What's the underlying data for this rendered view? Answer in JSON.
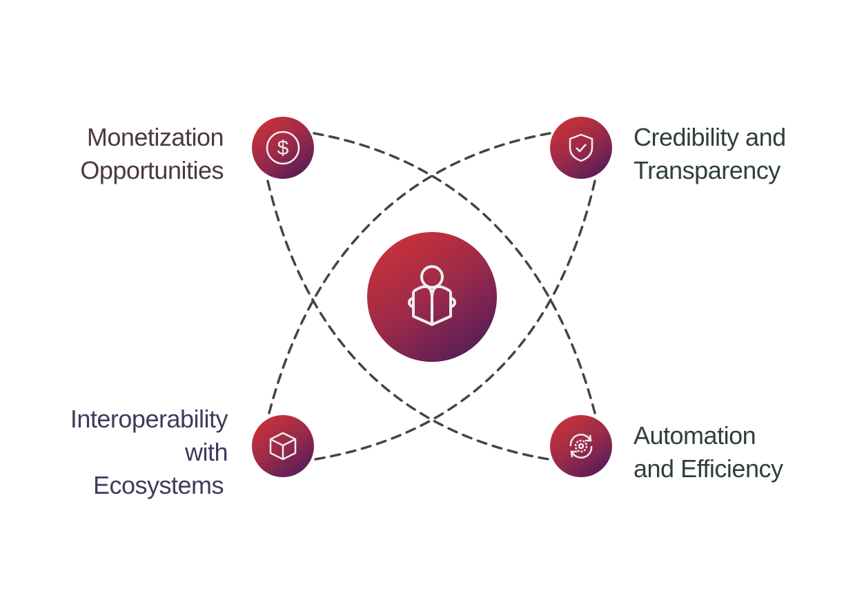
{
  "center": {
    "icon": "reader-book-icon"
  },
  "nodes": [
    {
      "label_lines": [
        "Monetization",
        "Opportunities"
      ],
      "icon": "dollar-coin-icon",
      "color": "#4d3743"
    },
    {
      "label_lines": [
        "Credibility and",
        "Transparency"
      ],
      "icon": "shield-check-icon",
      "color": "#2f3f3a"
    },
    {
      "label_lines": [
        "Interoperability",
        "with",
        "Ecosystems"
      ],
      "icon": "cube-icon",
      "color": "#3f3b5c"
    },
    {
      "label_lines": [
        "Automation",
        "and Efficiency"
      ],
      "icon": "gear-cycle-icon",
      "color": "#2f3f3a"
    }
  ],
  "colors": {
    "gradient_start": "#d63434",
    "gradient_end": "#451a5c",
    "dash": "#444444"
  }
}
